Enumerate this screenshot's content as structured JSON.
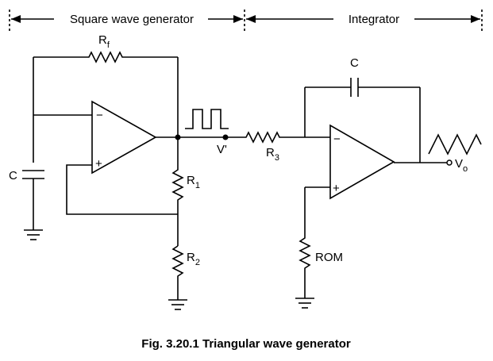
{
  "sections": {
    "left_title": "Square wave generator",
    "right_title": "Integrator"
  },
  "labels": {
    "rf_main": "R",
    "rf_sub": "f",
    "c_left": "C",
    "r1_main": "R",
    "r1_sub": "1",
    "r2_main": "R",
    "r2_sub": "2",
    "r3_main": "R",
    "r3_sub": "3",
    "vprime": "V'",
    "c_right": "C",
    "rom": "ROM",
    "vo_main": "V",
    "vo_sub": "o",
    "minus": "−",
    "plus": "+"
  },
  "caption": "Fig. 3.20.1 Triangular wave generator"
}
